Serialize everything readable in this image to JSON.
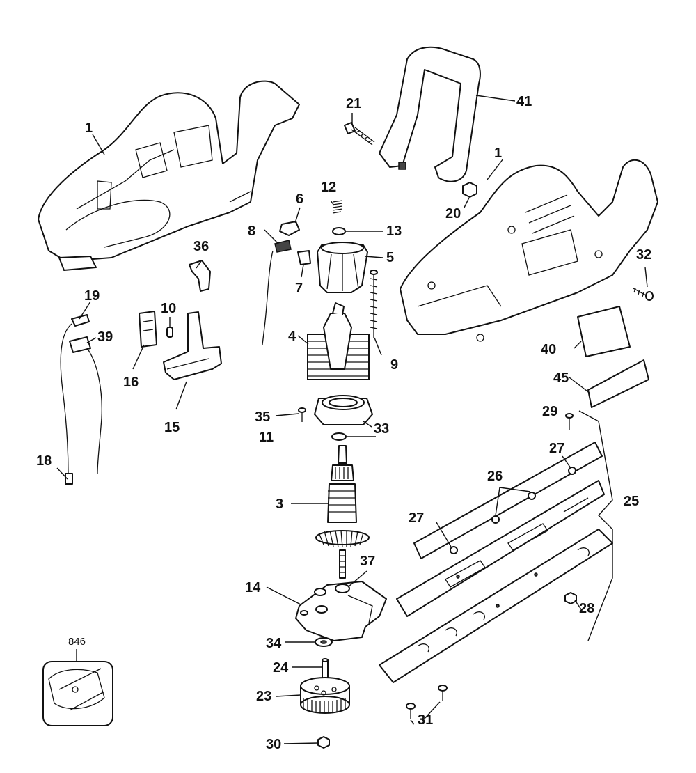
{
  "callouts": {
    "c1a": "1",
    "c1b": "1",
    "c3": "3",
    "c4": "4",
    "c5": "5",
    "c6": "6",
    "c7": "7",
    "c8": "8",
    "c9": "9",
    "c10": "10",
    "c11": "11",
    "c12": "12",
    "c13": "13",
    "c14": "14",
    "c15": "15",
    "c16": "16",
    "c18": "18",
    "c19": "19",
    "c20": "20",
    "c21": "21",
    "c23": "23",
    "c24": "24",
    "c25": "25",
    "c26": "26",
    "c27a": "27",
    "c27b": "27",
    "c28": "28",
    "c29": "29",
    "c30": "30",
    "c31": "31",
    "c32": "32",
    "c33": "33",
    "c34": "34",
    "c35": "35",
    "c36": "36",
    "c37": "37",
    "c39": "39",
    "c40": "40",
    "c41": "41",
    "c45": "45"
  },
  "inset": {
    "label": "846"
  }
}
